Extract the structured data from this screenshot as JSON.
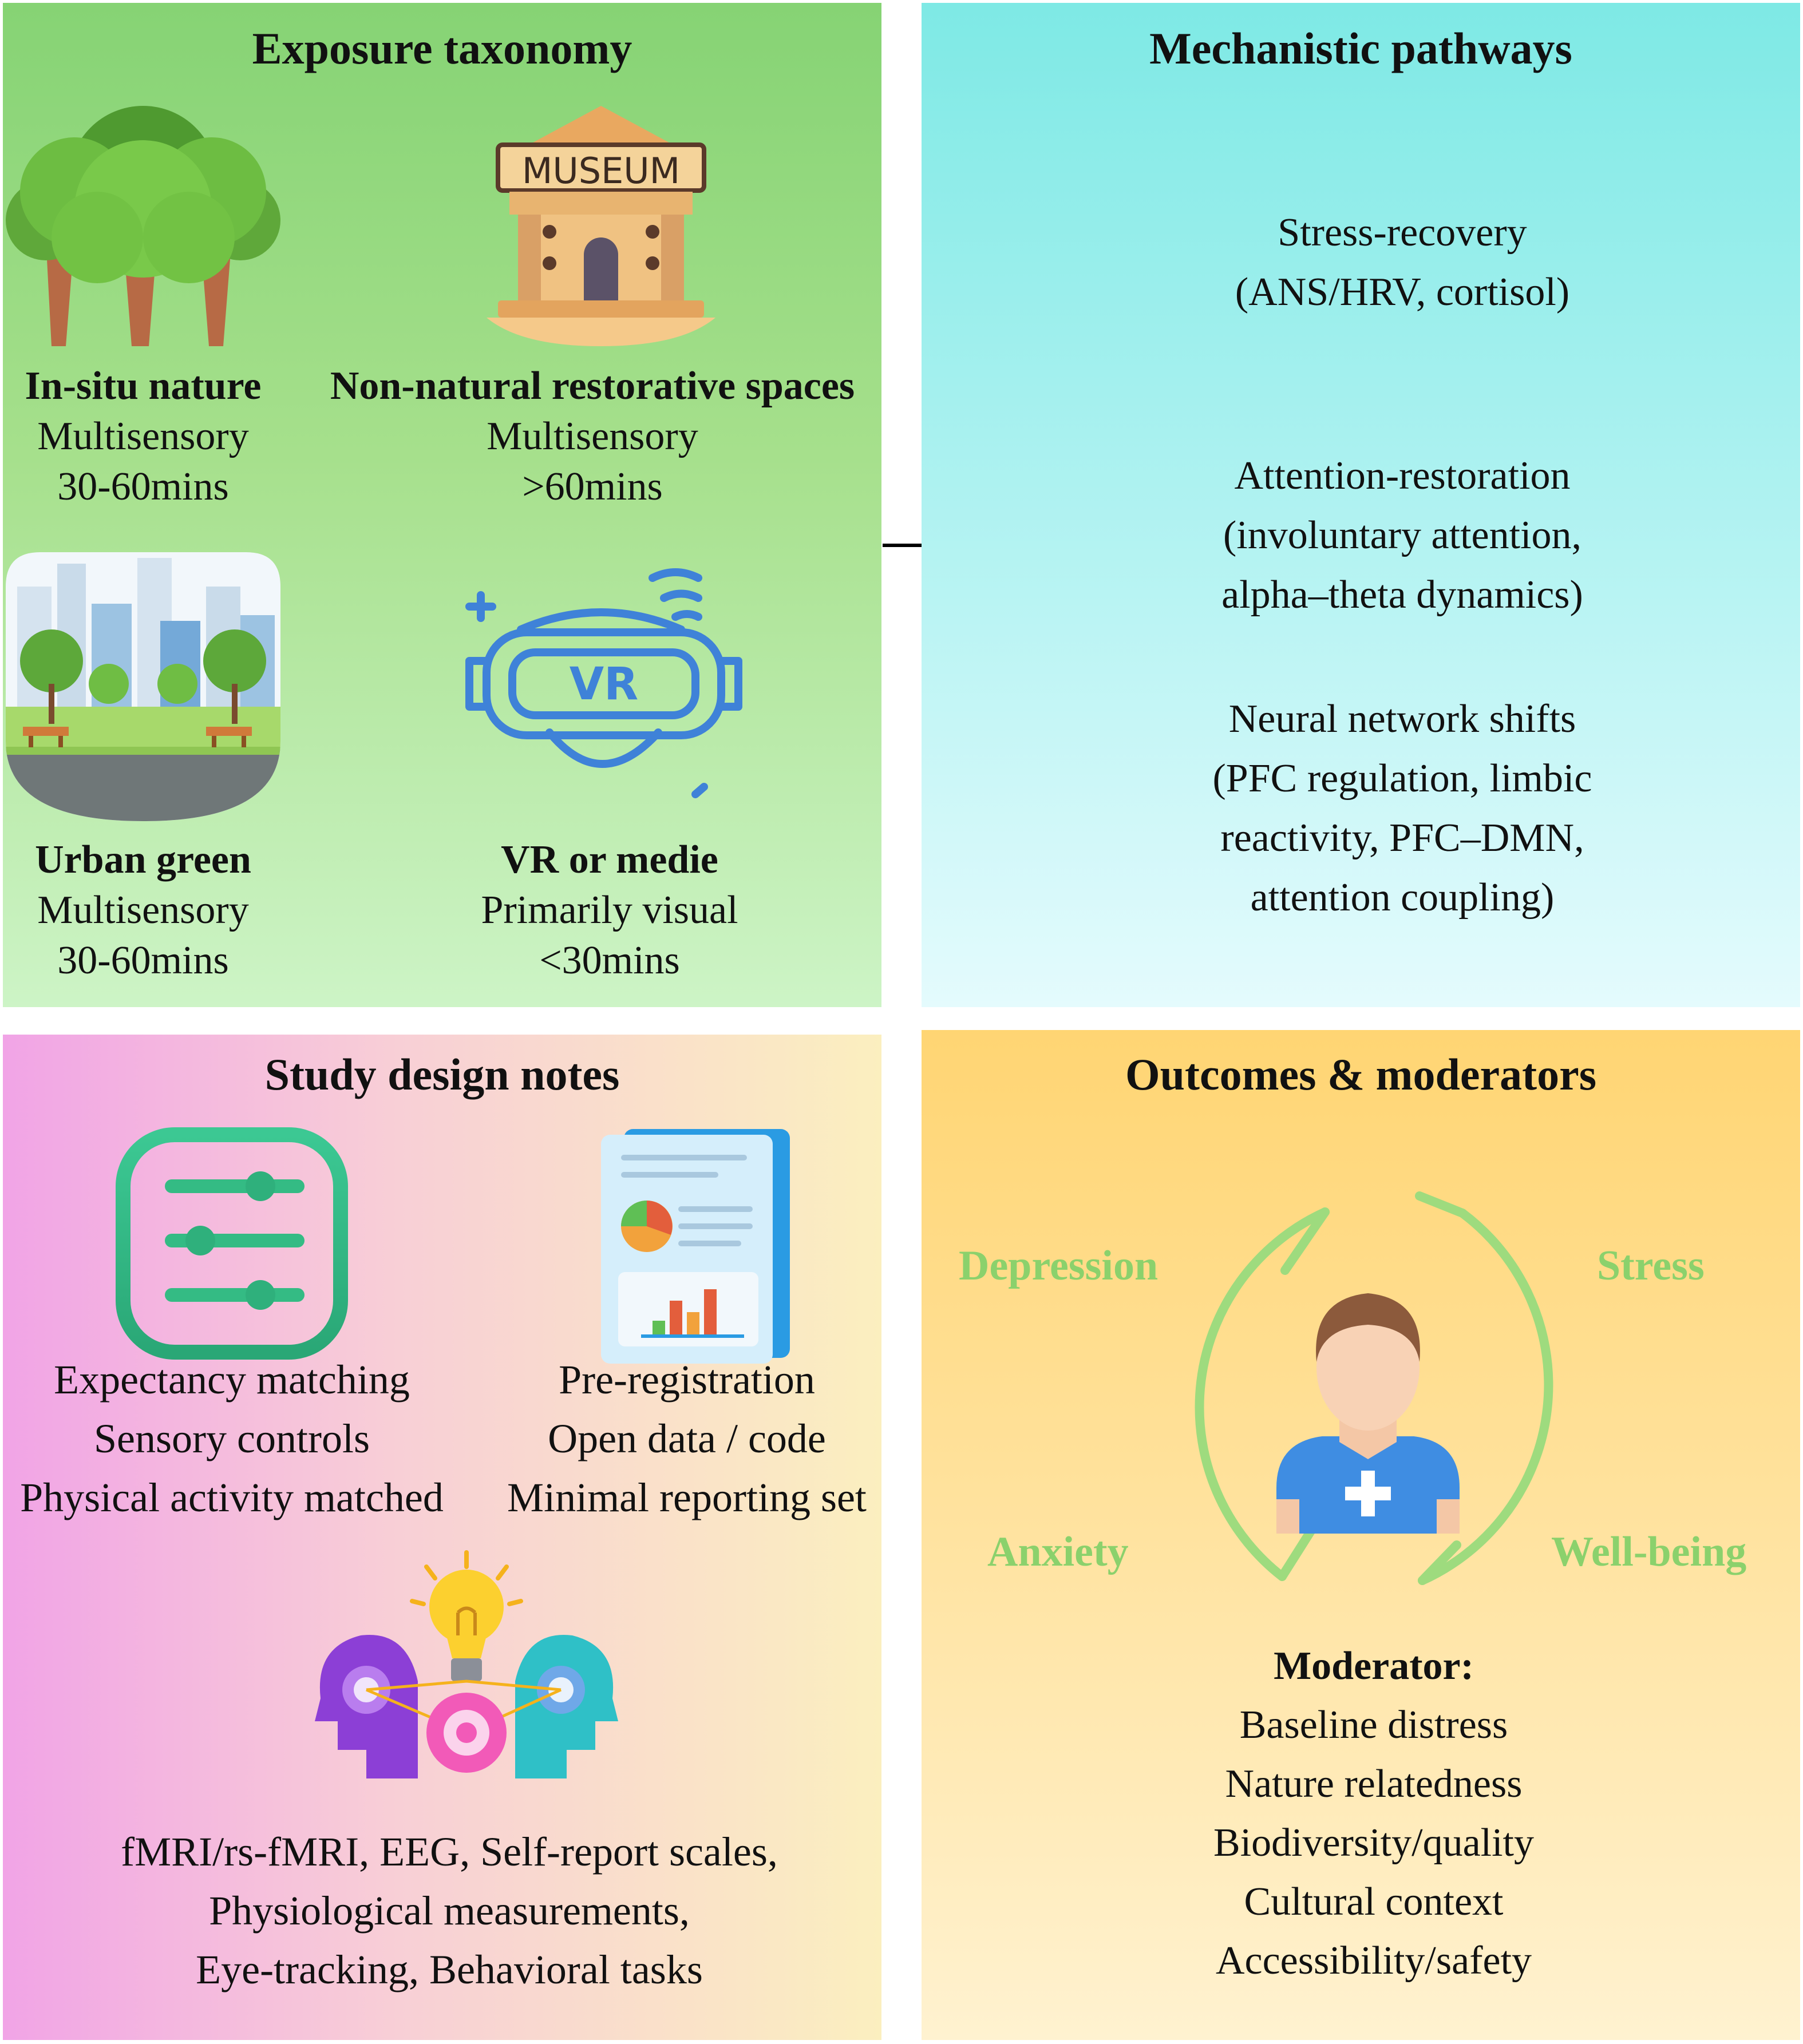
{
  "exposure": {
    "title": "Exposure taxonomy",
    "items": [
      {
        "name": "In-situ nature",
        "modality": "Multisensory",
        "duration": "30-60mins",
        "icon": "trees-icon"
      },
      {
        "name": "Non-natural restorative spaces",
        "modality": "Multisensory",
        "duration": ">60mins",
        "icon": "museum-icon",
        "sign": "MUSEUM"
      },
      {
        "name": "Urban green",
        "modality": "Multisensory",
        "duration": "30-60mins",
        "icon": "urban-park-icon"
      },
      {
        "name": "VR or medie",
        "modality": "Primarily visual",
        "duration": "<30mins",
        "icon": "vr-headset-icon",
        "sign": "VR"
      }
    ]
  },
  "mechanisms": {
    "title": "Mechanistic pathways",
    "items": [
      {
        "lines": [
          "Stress-recovery",
          "(ANS/HRV, cortisol)"
        ]
      },
      {
        "lines": [
          "Attention-restoration",
          "(involuntary attention,",
          "alpha–theta dynamics)"
        ]
      },
      {
        "lines": [
          "Neural network shifts",
          "(PFC regulation, limbic",
          "reactivity, PFC–DMN,",
          "attention coupling)"
        ]
      }
    ]
  },
  "study": {
    "title": "Study design notes",
    "left_lines": [
      "Expectancy matching",
      "Sensory controls",
      "Physical activity matched"
    ],
    "right_lines": [
      "Pre-registration",
      "Open data / code",
      "Minimal reporting set"
    ],
    "measures_lines": [
      "fMRI/rs-fMRI, EEG, Self-report scales,",
      "Physiological measurements,",
      "Eye-tracking, Behavioral tasks"
    ]
  },
  "outcomes": {
    "title": "Outcomes & moderators",
    "labels": {
      "depression": "Depression",
      "stress": "Stress",
      "anxiety": "Anxiety",
      "wellbeing": "Well-being"
    },
    "moderator_heading": "Moderator:",
    "moderators": [
      "Baseline distress",
      "Nature relatedness",
      "Biodiversity/quality",
      "Cultural context",
      "Accessibility/safety"
    ]
  },
  "colors": {
    "exposure_bg": "#a6e08c",
    "mechanism_bg": "#b4f3f2",
    "study_bg": "#f8cfd6",
    "outcome_bg": "#ffe3a0",
    "outcome_label": "#8bd16c"
  }
}
